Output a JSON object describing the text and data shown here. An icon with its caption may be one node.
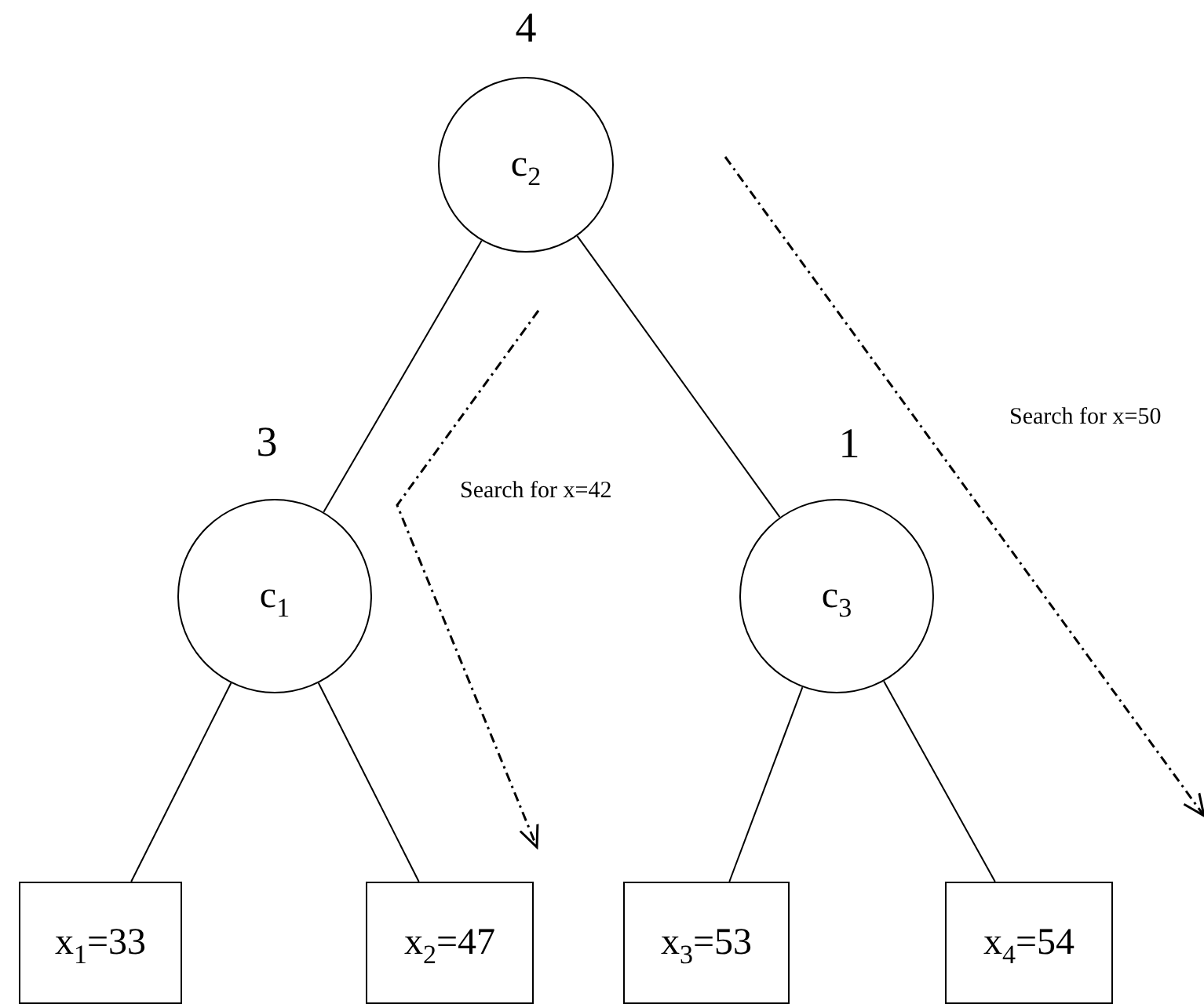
{
  "diagram": {
    "nodes": [
      {
        "text": [
          "c$_{2}$"
        ],
        "beside": [
          "4"
        ]
      },
      {
        "text": [
          "c$_{1}$"
        ],
        "beside": [
          "3"
        ]
      },
      {
        "text": [
          "c$_{3}$"
        ],
        "beside": [
          "1"
        ]
      },
      {
        "text": [
          "x$_{1}$=33"
        ]
      },
      {
        "text": [
          "x$_{2}$=47"
        ]
      },
      {
        "text": [
          "x$_{3}$=53"
        ]
      },
      {
        "text": [
          "x$_{4}$=54"
        ]
      }
    ],
    "edges": [
      {
        "from": 0,
        "to": 1,
        "arrow": "none"
      },
      {
        "from": 0,
        "to": 2,
        "arrow": "none"
      },
      {
        "from": 1,
        "to": 3,
        "arrow": "none"
      },
      {
        "from": 1,
        "to": 4,
        "arrow": "none"
      },
      {
        "from": 2,
        "to": 5,
        "arrow": "none"
      },
      {
        "from": 2,
        "to": 6,
        "arrow": "none"
      }
    ],
    "labels": [
      "Search for x=42",
      "Search for x=50"
    ]
  }
}
